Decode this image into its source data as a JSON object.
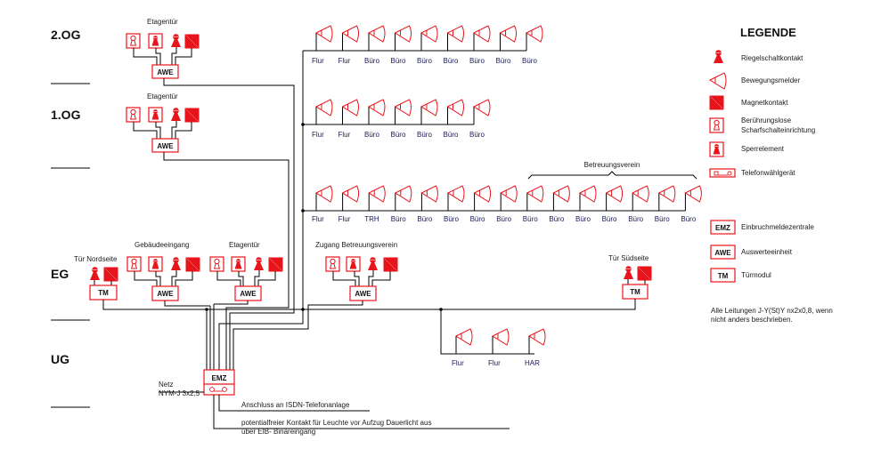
{
  "floors": [
    {
      "id": "2og",
      "label": "2.OG"
    },
    {
      "id": "1og",
      "label": "1.OG"
    },
    {
      "id": "eg",
      "label": "EG"
    },
    {
      "id": "ug",
      "label": "UG"
    }
  ],
  "door_groups": {
    "og2": {
      "title": "Etagentür",
      "unit": "AWE"
    },
    "og1": {
      "title": "Etagentür",
      "unit": "AWE"
    },
    "eg_nord": {
      "title": "Tür Nordseite",
      "unit": "TM"
    },
    "eg_gebaeude": {
      "title": "Gebäudeeingang",
      "unit": "AWE"
    },
    "eg_etage": {
      "title": "Etagentür",
      "unit": "AWE"
    },
    "eg_zugang": {
      "title": "Zugang Betreuungsverein",
      "unit": "AWE"
    },
    "eg_sued": {
      "title": "Tür Südseite",
      "unit": "TM"
    }
  },
  "motion_rows": {
    "og2": [
      "Flur",
      "Flur",
      "Büro",
      "Büro",
      "Büro",
      "Büro",
      "Büro",
      "Büro",
      "Büro"
    ],
    "og1": [
      "Flur",
      "Flur",
      "Büro",
      "Büro",
      "Büro",
      "Büro",
      "Büro"
    ],
    "eg": [
      "Flur",
      "Flur",
      "TRH",
      "Büro",
      "Büro",
      "Büro",
      "Büro",
      "Büro",
      "Büro",
      "Büro",
      "Büro",
      "Büro",
      "Büro",
      "Büro",
      "Büro"
    ],
    "eg_group_label": "Betreuungsverein",
    "ug": [
      "Flur",
      "Flur",
      "HAR"
    ]
  },
  "central": {
    "unit": "EMZ",
    "power_label_1": "Netz",
    "power_label_2": "NYM-J 3x2,5",
    "isdn_label": "Anschluss an ISDN-Telefonanlage",
    "contact_label_1": "potentialfreier Kontakt für Leuchte vor Aufzug Dauerlicht aus",
    "contact_label_2": "über EIB- Binäreingang"
  },
  "legend": {
    "title": "LEGENDE",
    "items": [
      {
        "icon": "riegelschaltkontakt-icon",
        "label": "Riegelschaltkontakt"
      },
      {
        "icon": "bewegungsmelder-icon",
        "label": "Bewegungsmelder"
      },
      {
        "icon": "magnetkontakt-icon",
        "label": "Magnetkontakt"
      },
      {
        "icon": "scharfschalteinrichtung-icon",
        "label": "Berührungslose",
        "label2": "Scharfschalteinrichtung"
      },
      {
        "icon": "sperrelement-icon",
        "label": "Sperrelement"
      },
      {
        "icon": "telefonwaehlgeraet-icon",
        "label": "Telefonwählgerät"
      }
    ],
    "units": [
      {
        "abbr": "EMZ",
        "label": "Einbruchmeldezentrale"
      },
      {
        "abbr": "AWE",
        "label": "Auswerteeinheit"
      },
      {
        "abbr": "TM",
        "label": "Türmodul"
      }
    ],
    "note_1": "Alle Leitungen J-Y(St)Y nx2x0,8, wenn",
    "note_2": "nicht anders beschrieben."
  },
  "colors": {
    "symbol": "#e8141b",
    "wire": "#000000"
  }
}
